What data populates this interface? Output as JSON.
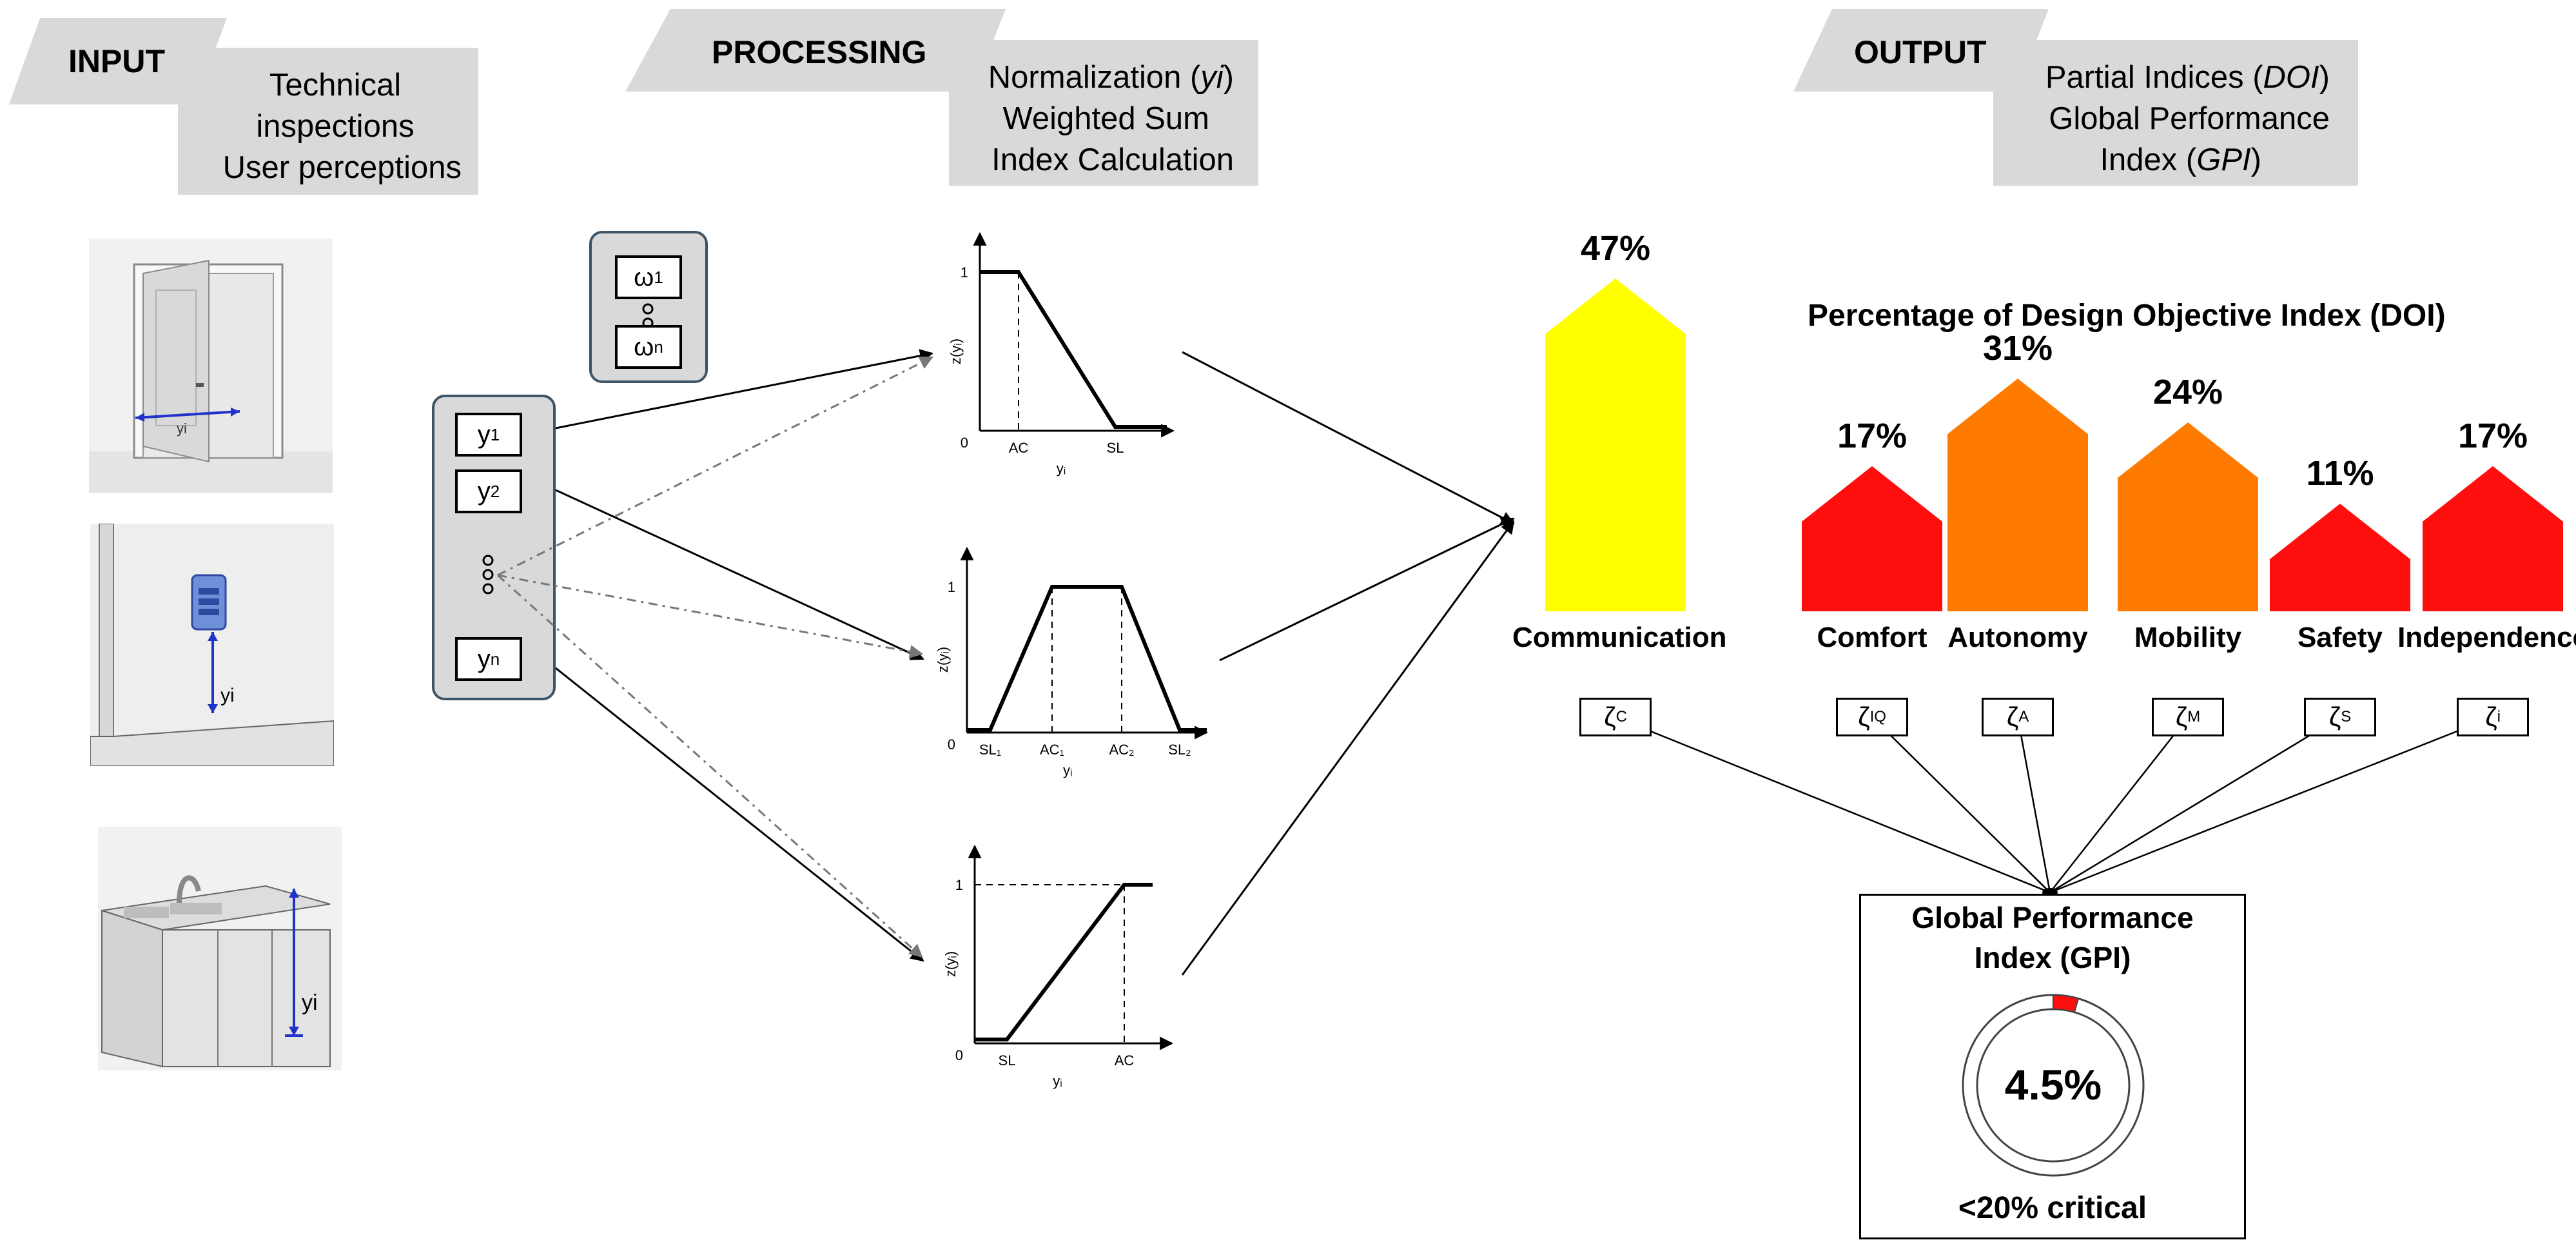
{
  "headers": {
    "input": {
      "title": "INPUT",
      "lines": [
        "Technical",
        "inspections",
        "User perceptions"
      ]
    },
    "processing": {
      "title": "PROCESSING",
      "line1_pre": "Normalization (",
      "line1_em": "yi",
      "line1_post": ")",
      "line2": "Weighted Sum",
      "line3": "Index Calculation"
    },
    "output": {
      "title": "OUTPUT",
      "line1_pre": "Partial Indices (",
      "line1_em": "DOI",
      "line1_post": ")",
      "line2": "Global Performance",
      "line3_pre": "Index (",
      "line3_em": "GPI",
      "line3_post": ")"
    }
  },
  "input_images": {
    "label": "yi",
    "items": [
      "door-width",
      "switch-height",
      "sink-height"
    ]
  },
  "variables": {
    "weights": [
      {
        "base": "ω",
        "sub": "1"
      },
      {
        "base": "ω",
        "sub": "n"
      }
    ],
    "inputs": [
      {
        "base": "y",
        "sub": "1"
      },
      {
        "base": "y",
        "sub": "2"
      },
      {
        "base": "y",
        "sub": "n"
      }
    ]
  },
  "normalization_charts": {
    "y_axis_label": "z(yᵢ)",
    "x_axis_label": "yᵢ",
    "one": "1",
    "zero": "0",
    "charts": [
      {
        "type": "decreasing",
        "ticks": [
          "AC",
          "SL"
        ]
      },
      {
        "type": "trapezoid",
        "ticks": [
          "SL₁",
          "AC₁",
          "AC₂",
          "SL₂"
        ]
      },
      {
        "type": "increasing",
        "ticks": [
          "SL",
          "AC"
        ]
      }
    ]
  },
  "doi": {
    "title": "Percentage of Design Objective Index (DOI)",
    "colors": {
      "yellow": "#ffff00",
      "orange": "#ff7b00",
      "red": "#ff0e0e"
    },
    "items": [
      {
        "category": "Communication",
        "value": 47,
        "label": "47%",
        "color": "#ffff00",
        "zeta_base": "ζ",
        "zeta_sub": "C"
      },
      {
        "category": "Comfort",
        "value": 17,
        "label": "17%",
        "color": "#ff0e0e",
        "zeta_base": "ζ",
        "zeta_sub": "IQ"
      },
      {
        "category": "Autonomy",
        "value": 31,
        "label": "31%",
        "color": "#ff7b00",
        "zeta_base": "ζ",
        "zeta_sub": "A"
      },
      {
        "category": "Mobility",
        "value": 24,
        "label": "24%",
        "color": "#ff7b00",
        "zeta_base": "ζ",
        "zeta_sub": "M"
      },
      {
        "category": "Safety",
        "value": 11,
        "label": "11%",
        "color": "#ff0e0e",
        "zeta_base": "ζ",
        "zeta_sub": "S"
      },
      {
        "category": "Independence",
        "value": 17,
        "label": "17%",
        "color": "#ff0e0e",
        "zeta_base": "ζ",
        "zeta_sub": "i"
      }
    ]
  },
  "gpi": {
    "title_line1": "Global Performance",
    "title_line2": "Index (GPI)",
    "value": 4.5,
    "value_label": "4.5%",
    "note": "<20% critical",
    "color": "#ff0e0e"
  }
}
